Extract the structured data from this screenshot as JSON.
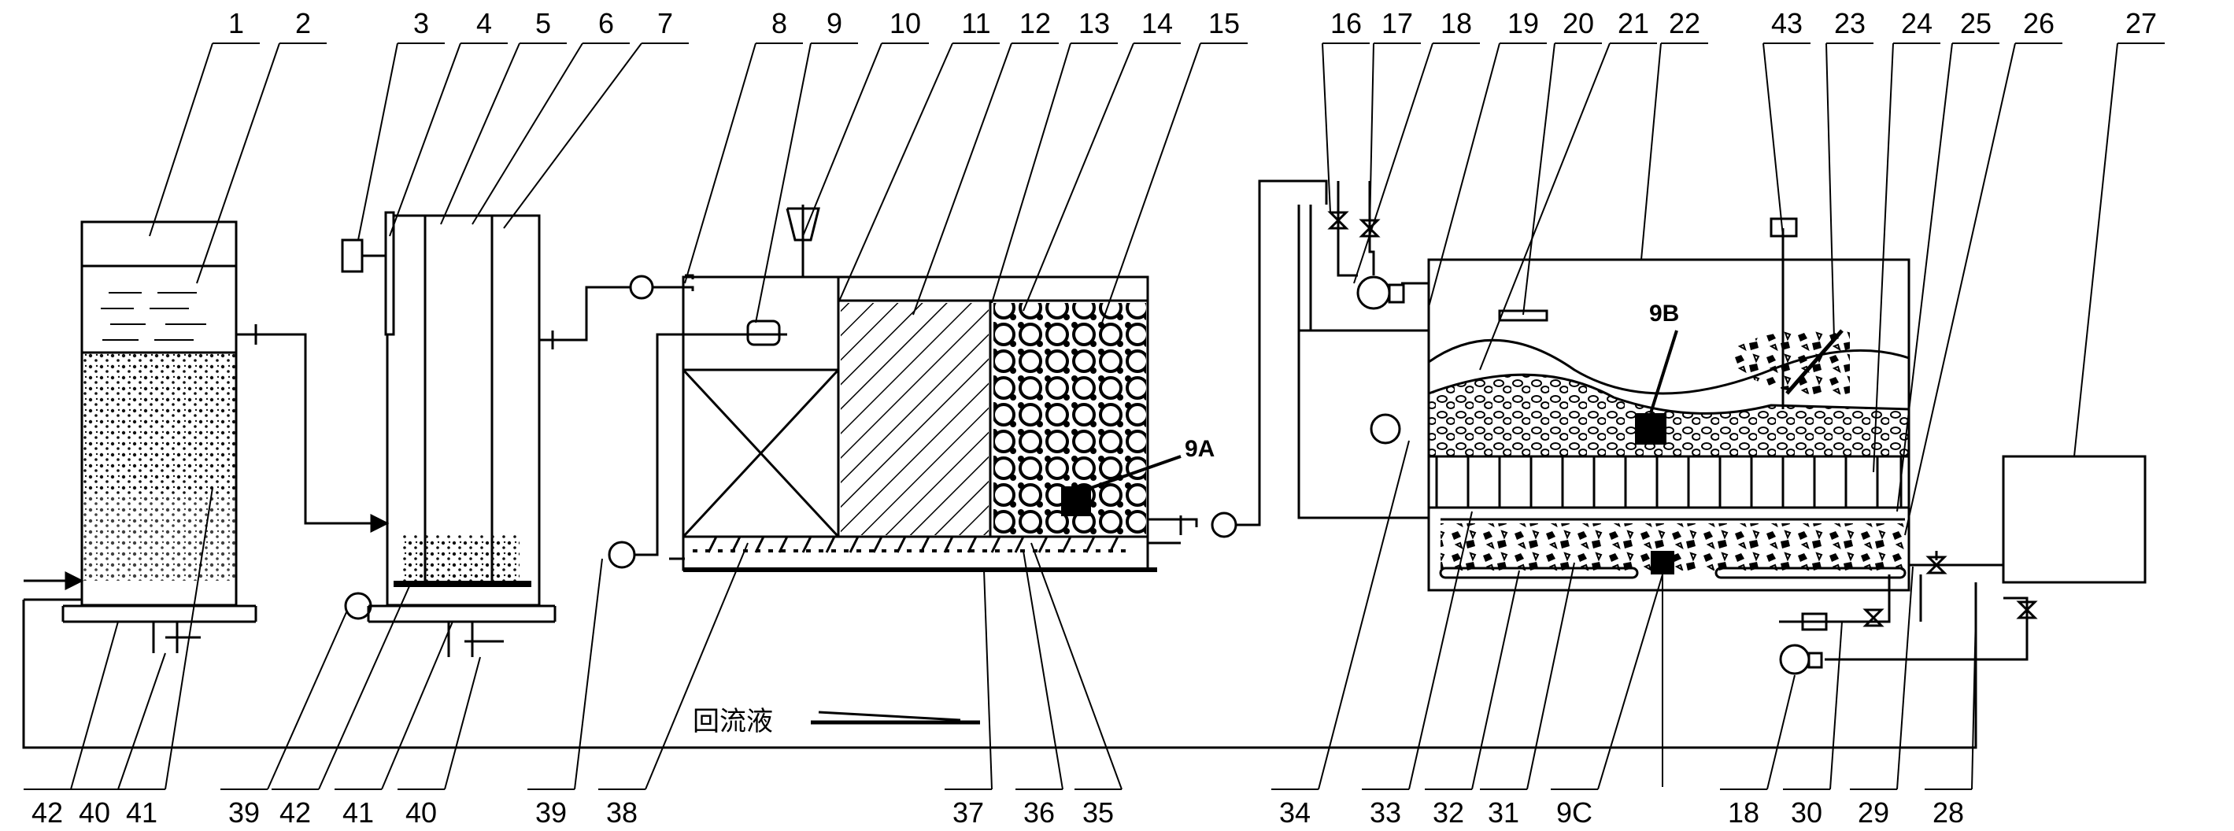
{
  "top_labels": [
    "1",
    "2",
    "3",
    "4",
    "5",
    "6",
    "7",
    "8",
    "9",
    "10",
    "11",
    "12",
    "13",
    "14",
    "15",
    "16",
    "17",
    "18",
    "19",
    "20",
    "21",
    "22",
    "43",
    "23",
    "24",
    "25",
    "26",
    "27"
  ],
  "bottom_labels": [
    "42",
    "40",
    "41",
    "39",
    "42",
    "41",
    "40",
    "39",
    "38",
    "37",
    "36",
    "35",
    "34",
    "33",
    "32",
    "31",
    "9C",
    "18",
    "30",
    "29",
    "28"
  ],
  "markers": {
    "a": "9A",
    "b": "9B",
    "c": "9C"
  },
  "return_flow_label": "回流液",
  "colors": {
    "line": "#000000",
    "background": "#ffffff",
    "media": "#1a1a1a"
  }
}
